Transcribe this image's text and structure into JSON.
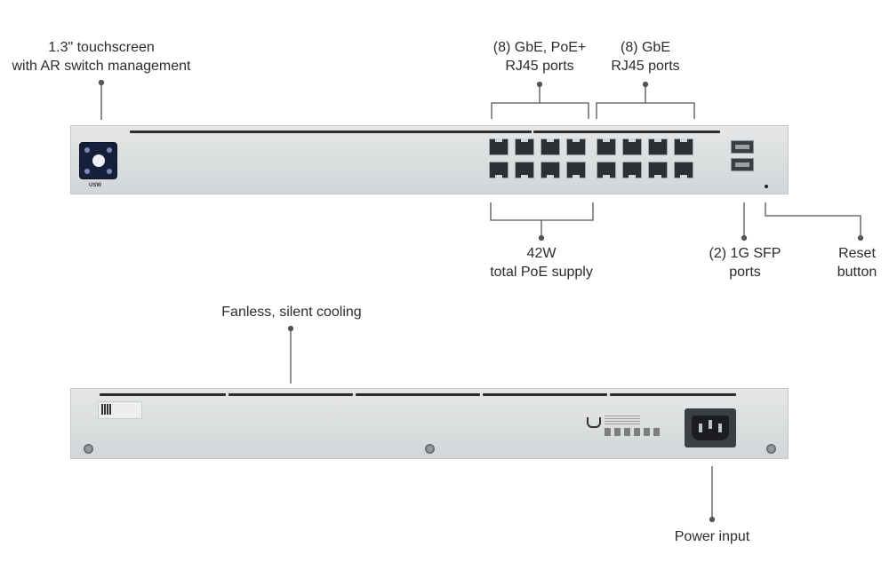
{
  "labels": {
    "touchscreen": [
      "1.3\" touchscreen",
      "with AR switch management"
    ],
    "poe_ports": [
      "(8) GbE, PoE+",
      "RJ45 ports"
    ],
    "gbe_ports": [
      "(8) GbE",
      "RJ45 ports"
    ],
    "poe_supply": [
      "42W",
      "total PoE supply"
    ],
    "sfp_ports": [
      "(2) 1G SFP",
      "ports"
    ],
    "reset": [
      "Reset",
      "button"
    ],
    "cooling": "Fanless, silent cooling",
    "power": "Power input"
  },
  "device": {
    "model_badge": "USW"
  }
}
